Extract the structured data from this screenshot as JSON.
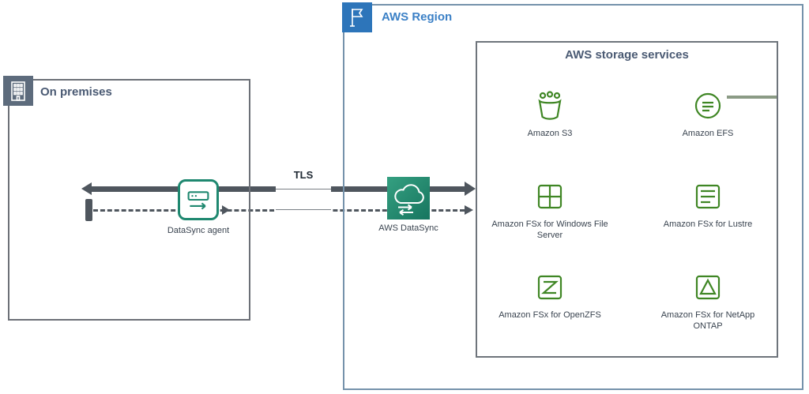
{
  "on_premises": {
    "label": "On premises"
  },
  "aws_region": {
    "label": "AWS Region"
  },
  "storage_box": {
    "label": "AWS storage services"
  },
  "connection": {
    "tls_label": "TLS"
  },
  "datasync": {
    "label": "AWS DataSync"
  },
  "agent": {
    "label": "DataSync agent"
  },
  "services": [
    {
      "name": "Amazon S3"
    },
    {
      "name": "Amazon EFS"
    },
    {
      "name": "Amazon FSx for Windows File Server"
    },
    {
      "name": "Amazon FSx for Lustre"
    },
    {
      "name": "Amazon FSx for OpenZFS"
    },
    {
      "name": "Amazon FSx for NetApp ONTAP"
    }
  ],
  "colors": {
    "region_border": "#7592ab",
    "region_accent": "#2d75ba",
    "onprem_border": "#6c7077",
    "onprem_icon_bg": "#5d6b7c",
    "storage_border": "#6e747b",
    "label_slate": "#4a5a73",
    "connector": "#4f565e",
    "datasync_teal": "#1f8870",
    "storage_green": "#3f8624",
    "stub_green": "#8b9b85"
  }
}
